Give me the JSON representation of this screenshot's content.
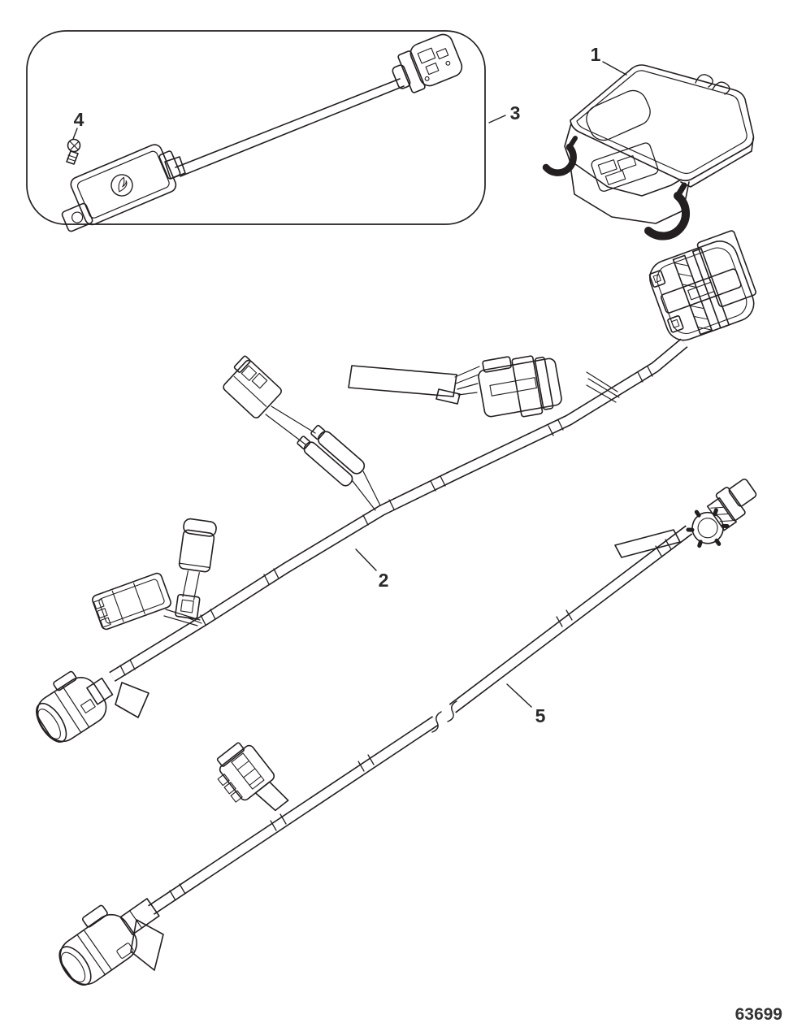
{
  "page": {
    "background": "#ffffff"
  },
  "diagram": {
    "line_color": "#231f20",
    "label_color": "#2a2a2a",
    "drawing_number": "63699",
    "callouts": [
      {
        "label": "1"
      },
      {
        "label": "2"
      },
      {
        "label": "3"
      },
      {
        "label": "4"
      },
      {
        "label": "5"
      }
    ]
  }
}
